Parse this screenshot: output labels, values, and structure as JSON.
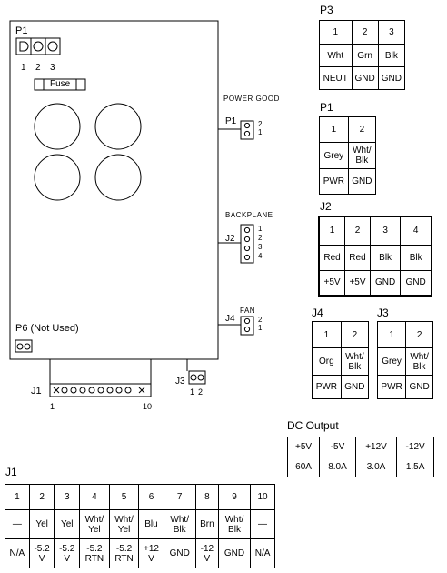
{
  "main_board": {
    "p1_label": "P1",
    "p1_pins": [
      "1",
      "2",
      "3"
    ],
    "fuse_label": "Fuse",
    "p6_label": "P6 (Not Used)",
    "j1_label": "J1",
    "j1_pin_first": "1",
    "j1_pin_last": "10",
    "j3_label": "J3",
    "j3_pins": [
      "1",
      "2"
    ]
  },
  "side_connectors": {
    "power_good": {
      "title": "POWER  GOOD",
      "label": "P1",
      "pins": [
        "2",
        "1"
      ]
    },
    "backplane": {
      "title": "BACKPLANE",
      "label": "J2",
      "pins": [
        "1",
        "2",
        "3",
        "4"
      ]
    },
    "fan": {
      "title": "FAN",
      "label": "J4",
      "pins": [
        "2",
        "1"
      ]
    }
  },
  "tables": {
    "p3": {
      "title": "P3",
      "headers": [
        "1",
        "2",
        "3"
      ],
      "rows": [
        [
          "Wht",
          "Grn",
          "Blk"
        ],
        [
          "NEUT",
          "GND",
          "GND"
        ]
      ]
    },
    "p1": {
      "title": "P1",
      "headers": [
        "1",
        "2"
      ],
      "rows": [
        [
          "Grey",
          "Wht/\nBlk"
        ],
        [
          "PWR",
          "GND"
        ]
      ]
    },
    "j2": {
      "title": "J2",
      "headers": [
        "1",
        "2",
        "3",
        "4"
      ],
      "rows": [
        [
          "Red",
          "Red",
          "Blk",
          "Blk"
        ],
        [
          "+5V",
          "+5V",
          "GND",
          "GND"
        ]
      ]
    },
    "j4": {
      "title": "J4",
      "headers": [
        "1",
        "2"
      ],
      "rows": [
        [
          "Org",
          "Wht/\nBlk"
        ],
        [
          "PWR",
          "GND"
        ]
      ]
    },
    "j3": {
      "title": "J3",
      "headers": [
        "1",
        "2"
      ],
      "rows": [
        [
          "Grey",
          "Wht/\nBlk"
        ],
        [
          "PWR",
          "GND"
        ]
      ]
    },
    "dc_output": {
      "title": "DC Output",
      "headers": [
        "+5V",
        "-5V",
        "+12V",
        "-12V"
      ],
      "rows": [
        [
          "60A",
          "8.0A",
          "3.0A",
          "1.5A"
        ]
      ]
    },
    "j1": {
      "title": "J1",
      "headers": [
        "1",
        "2",
        "3",
        "4",
        "5",
        "6",
        "7",
        "8",
        "9",
        "10"
      ],
      "rows": [
        [
          "—",
          "Yel",
          "Yel",
          "Wht/\nYel",
          "Wht/\nYel",
          "Blu",
          "Wht/\nBlk",
          "Brn",
          "Wht/\nBlk",
          "—"
        ],
        [
          "N/A",
          "-5.2\nV",
          "-5.2\nV",
          "-5.2\nRTN",
          "-5.2\nRTN",
          "+12\nV",
          "GND",
          "-12\nV",
          "GND",
          "N/A"
        ]
      ]
    }
  }
}
